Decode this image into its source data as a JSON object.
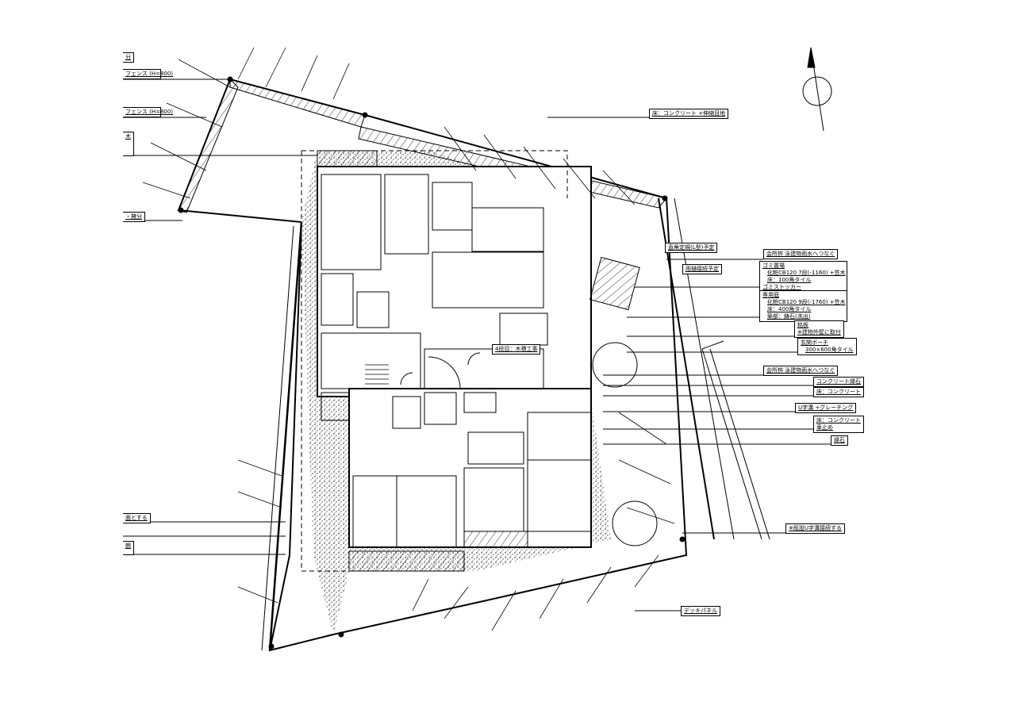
{
  "drawing": {
    "title_labels": {
      "floor_concrete_joint": "床：コンクリート +伸縮目地",
      "right_angle_ruler": "直角定規(L型)予定",
      "catch_basin_1": "会所桝 泳建物雨水へつなぐ",
      "gutter_connection": "雨樋接続予定",
      "garbage_area": [
        "ゴミ置場",
        "化粧CB120 7段(-1160) +笠木",
        "床：100角タイル",
        "ゴミストッカー"
      ],
      "private_garden": [
        "専用庭",
        "化粧CB120 9段(-1760) +笠木",
        "床：400角タイル",
        "築部：鋳石(洗出)"
      ],
      "nameplate": [
        "銘板",
        "※建物外壁に取付"
      ],
      "entrance_porch": [
        "玄関ポーチ",
        "300×600角タイル"
      ],
      "catch_basin_2": "会所桝 泳建物雨水へつなぐ",
      "concrete_curb": "コンクリート縁石",
      "floor_concrete": "床：コンクリート",
      "u_gutter": "U字溝 +グレーチング",
      "floor_concrete_stopper": [
        "床：コンクリート",
        "車止め"
      ],
      "curb": "縁石",
      "existing_u_gutter": "※既設U字溝接続する",
      "fourth_step": "4段目：木積工事",
      "deck_panel": "デッキパネル"
    },
    "left_labels": {
      "part": "分",
      "fence_1": "フェンス (H=800)",
      "fence_2": "フェンス (H=800)",
      "wood": "木",
      "dispose": "・擁分",
      "surface": "面とする",
      "bright": "朗"
    },
    "colors": {
      "line": "#000000",
      "background": "#ffffff"
    }
  }
}
